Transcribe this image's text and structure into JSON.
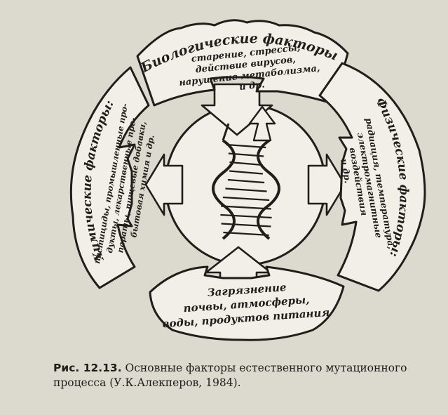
{
  "figure": {
    "biological": {
      "title": "Биологические факторы:",
      "lines": [
        "старение, стрессы,",
        "действие вирусов,",
        "нарушение метаболизма,",
        "и др."
      ]
    },
    "physical": {
      "title": "Физические факторы:",
      "lines": [
        "радиация, температура,",
        "электромагнитные",
        "воздействия",
        "и др."
      ]
    },
    "chemical": {
      "title": "Химические факторы:",
      "lines": [
        "пестициды, промышленные про-",
        "дукты, лекарственные пре-",
        "параты, пищевые добавки,",
        "бытовая химия и др."
      ]
    },
    "pollution": {
      "lines": [
        "Загрязнение",
        "почвы, атмосферы,",
        "воды, продуктов питания"
      ]
    }
  },
  "caption": {
    "label": "Рис. 12.13.",
    "text": "Основные факторы естественного мутационного процесса (У.К.Алекперов, 1984)."
  }
}
